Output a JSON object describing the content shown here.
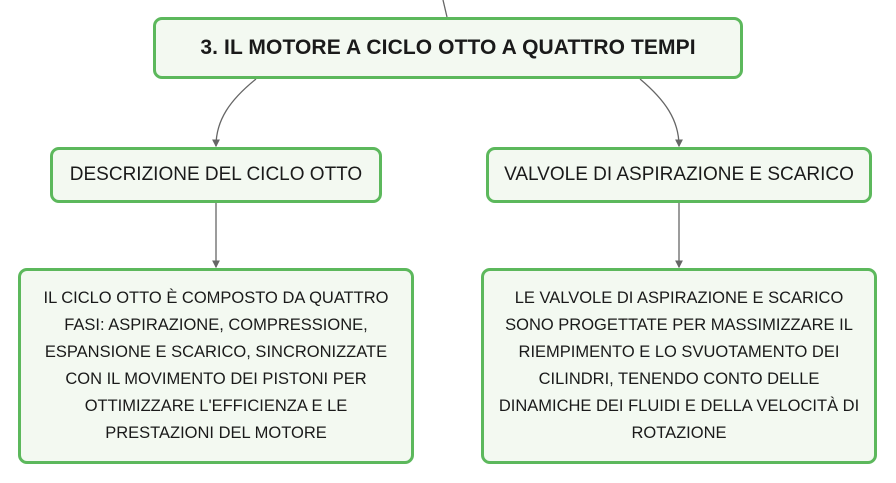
{
  "diagram": {
    "root": {
      "label": "3. IL MOTORE A CICLO OTTO A QUATTRO TEMPI"
    },
    "branches": [
      {
        "label": "DESCRIZIONE DEL CICLO OTTO",
        "detail": "IL CICLO OTTO È COMPOSTO DA QUATTRO FASI: ASPIRAZIONE, COMPRESSIONE, ESPANSIONE E SCARICO, SINCRONIZZATE CON IL MOVIMENTO DEI PISTONI PER OTTIMIZZARE L'EFFICIENZA E LE PRESTAZIONI DEL MOTORE"
      },
      {
        "label": "VALVOLE DI ASPIRAZIONE E SCARICO",
        "detail": "LE VALVOLE DI ASPIRAZIONE E SCARICO SONO PROGETTATE PER MASSIMIZZARE IL RIEMPIMENTO E LO SVUOTAMENTO DEI CILINDRI, TENENDO CONTO DELLE DINAMICHE DEI FLUIDI E DELLA VELOCITÀ DI ROTAZIONE"
      }
    ],
    "colors": {
      "node_border": "#5cb85c",
      "node_fill": "#f3f9f1",
      "connector": "#666666"
    }
  }
}
